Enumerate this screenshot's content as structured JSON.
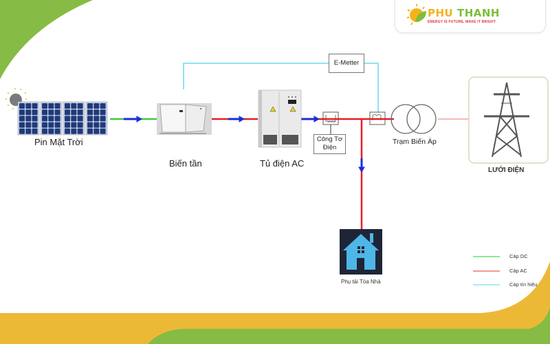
{
  "brand": {
    "name_part1": "PHU",
    "name_part2": "THANH",
    "tagline": "ENERGY IS FUTURE, MAKE IT BRIGHT"
  },
  "components": {
    "solar": "Pin Mặt Trời",
    "inverter": "Biến tần",
    "ac_cabinet": "Tủ điện AC",
    "meter": "Công Tơ Điện",
    "emeter": "E-Metter",
    "transformer": "Trạm Biến Áp",
    "grid": "LƯỚI ĐIỆN",
    "load": "Phụ tải Tòa Nhà"
  },
  "legend": [
    {
      "label": "Cáp DC",
      "color": "#8ee68e"
    },
    {
      "label": "Cáp AC",
      "color": "#ee9a9a"
    },
    {
      "label": "Cáp tín hiệu",
      "color": "#a8ecf4"
    }
  ],
  "colors": {
    "dc": "#3ccc3c",
    "ac": "#e41e26",
    "signal": "#8ee3ef",
    "flow_arrow": "#1a2ed6",
    "green": "#86bb45",
    "yellow": "#ecb937"
  }
}
